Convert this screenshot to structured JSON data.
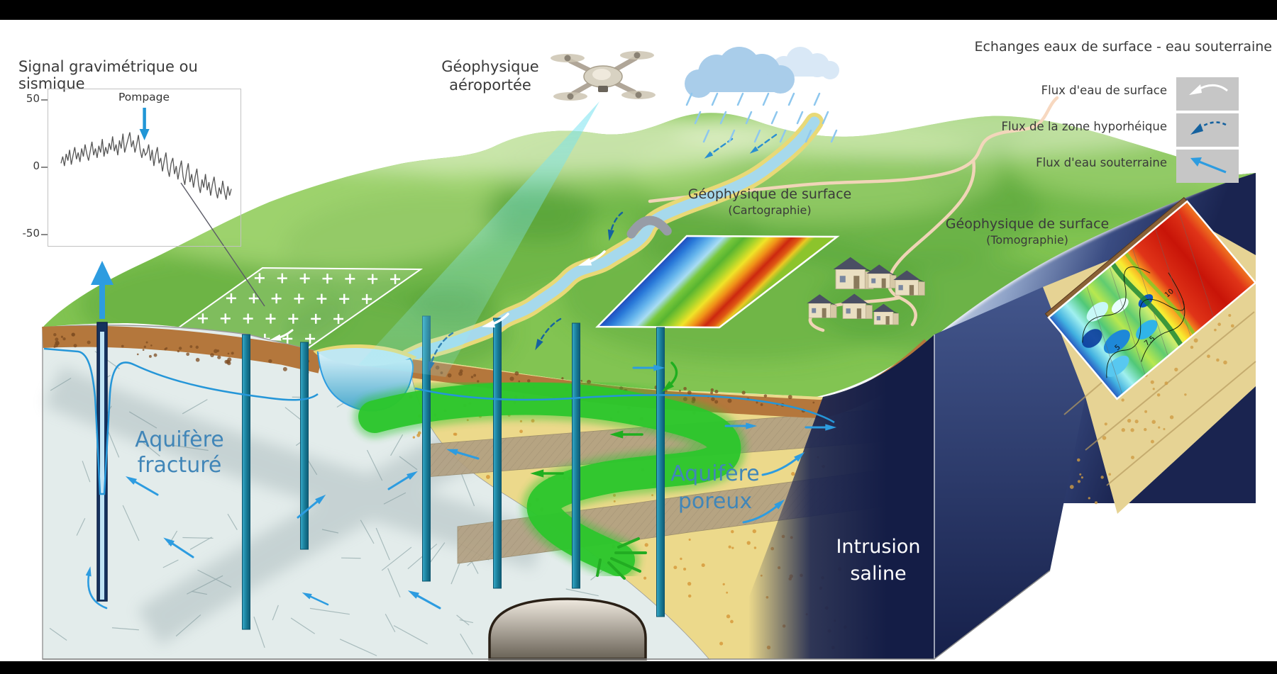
{
  "chart": {
    "title": "Signal gravimétrique ou sismique",
    "annotation": "Pompage",
    "y_ticks": [
      "50",
      "0",
      "-50"
    ]
  },
  "chart_data": {
    "type": "line",
    "title": "Signal gravimétrique ou sismique",
    "xlabel": "",
    "ylabel": "",
    "ylim": [
      -50,
      50
    ],
    "y_ticks": [
      50,
      0,
      -50
    ],
    "grid": false,
    "annotation": {
      "label": "Pompage",
      "x_frac": 0.49
    },
    "values": [
      4,
      9,
      2,
      11,
      6,
      14,
      3,
      10,
      16,
      7,
      12,
      5,
      15,
      9,
      18,
      11,
      6,
      13,
      20,
      10,
      15,
      8,
      17,
      12,
      22,
      9,
      16,
      11,
      19,
      14,
      24,
      13,
      18,
      10,
      21,
      15,
      26,
      12,
      17,
      22,
      27,
      16,
      21,
      12,
      18,
      25,
      14,
      8,
      15,
      10,
      12,
      18,
      6,
      14,
      2,
      10,
      16,
      4,
      8,
      -2,
      6,
      12,
      0,
      -6,
      4,
      8,
      -4,
      2,
      -8,
      0,
      6,
      -6,
      -12,
      -2,
      4,
      -10,
      -4,
      -14,
      -6,
      0,
      -12,
      -18,
      -8,
      -14,
      -4,
      -16,
      -10,
      -20,
      -12,
      -6,
      -16,
      -22,
      -14,
      -19,
      -9,
      -17,
      -23,
      -13,
      -20,
      -15
    ]
  },
  "labels": {
    "airborne_l1": "Géophysique",
    "airborne_l2": "aéroportée",
    "carto_l1": "Géophysique de surface",
    "carto_l2": "(Cartographie)",
    "tomo_l1": "Géophysique de surface",
    "tomo_l2": "(Tomographie)",
    "fractured_l1": "Aquifère",
    "fractured_l2": "fracturé",
    "porous_l1": "Aquifère",
    "porous_l2": "poreux",
    "saline_l1": "Intrusion",
    "saline_l2": "saline"
  },
  "legend": {
    "title": "Echanges eaux de surface - eau souterraine",
    "items": [
      {
        "label": "Flux d'eau de surface",
        "arrow_color": "#ffffff",
        "arrow_style": "solid-curved"
      },
      {
        "label": "Flux de la zone hyporhéique",
        "arrow_color": "#15629f",
        "arrow_style": "dashed-curved"
      },
      {
        "label": "Flux d'eau souterraine",
        "arrow_color": "#2d9ce0",
        "arrow_style": "solid-straight"
      }
    ]
  },
  "ert": {
    "labels": [
      "5",
      "7.5",
      "10"
    ]
  },
  "colors": {
    "surface_flow": "#ffffff",
    "hyporheic_flow": "#15629f",
    "groundwater_flow": "#2d9ce0",
    "contaminant_plume": "#2cc62c",
    "saline_water": "#1a2450",
    "porous_sand": "#ecd98b",
    "fractured_rock": "#e3eceb",
    "soil": "#b4773c",
    "borehole": "#1a7f9b",
    "grass": "#82c452"
  }
}
